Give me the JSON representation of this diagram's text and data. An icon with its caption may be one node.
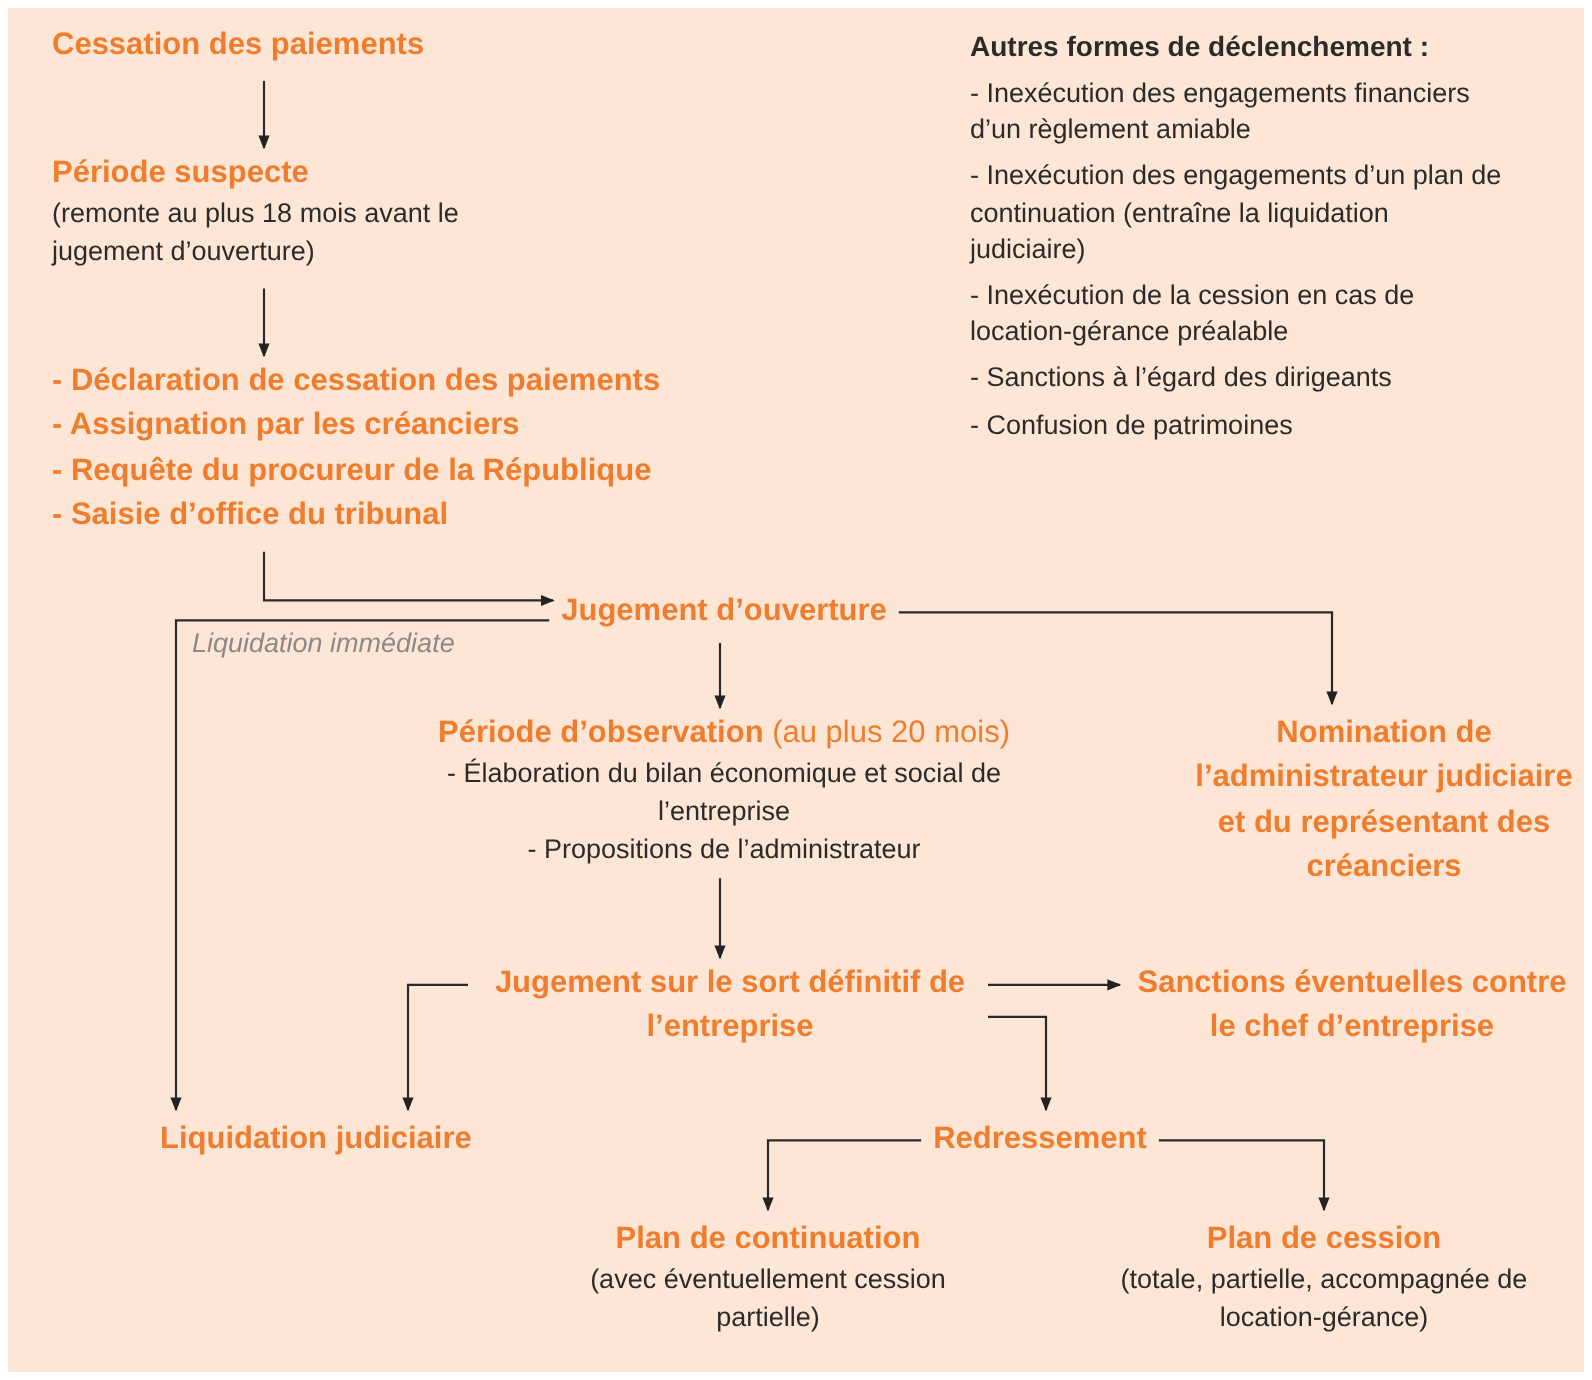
{
  "diagram": {
    "nodes": [
      {
        "text": [
          "Cessation des paiements"
        ]
      },
      {
        "text": [
          "Période suspecte",
          "(remonte au plus 18 mois avant le jugement d’ouverture)"
        ]
      },
      {
        "text": [
          "- Déclaration de cessation des paiements",
          "- Assignation par les créanciers",
          "- Requête du procureur de la République",
          "- Saisie d’office du tribunal"
        ]
      },
      {
        "text": [
          "Jugement d’ouverture"
        ]
      },
      {
        "text": [
          "**Période d’observation** (au plus 20 mois)",
          "- Élaboration du bilan économique et social de l’entreprise",
          "- Propositions de l’administrateur"
        ]
      },
      {
        "text": [
          "Nomination de l’administrateur judiciaire et du représentant des créanciers"
        ]
      },
      {
        "text": [
          "Jugement sur le sort définitif de l’entreprise"
        ]
      },
      {
        "text": [
          "Sanctions éventuelles contre le chef d’entreprise"
        ]
      },
      {
        "text": [
          "Liquidation judiciaire"
        ]
      },
      {
        "text": [
          "Redressement"
        ]
      },
      {
        "text": [
          "Plan de continuation",
          "(avec éventuellement cession partielle)"
        ]
      },
      {
        "text": [
          "Plan de cession",
          "(totale, partielle, accompagnée de location-gérance)"
        ]
      }
    ],
    "edges": [
      {
        "from": 0,
        "to": 1,
        "arrow": "to"
      },
      {
        "from": 1,
        "to": 2,
        "arrow": "to"
      },
      {
        "from": 2,
        "to": 3,
        "arrow": "to"
      },
      {
        "from": 3,
        "to": 4,
        "arrow": "to"
      },
      {
        "from": 3,
        "to": 5,
        "arrow": "to"
      },
      {
        "from": 3,
        "to": 8,
        "arrow": "to",
        "label": "Liquidation immédiate"
      },
      {
        "from": 4,
        "to": 6,
        "arrow": "to"
      },
      {
        "from": 6,
        "to": 7,
        "arrow": "to"
      },
      {
        "from": 6,
        "to": 8,
        "arrow": "to"
      },
      {
        "from": 6,
        "to": 9,
        "arrow": "to"
      },
      {
        "from": 9,
        "to": 10,
        "arrow": "to"
      },
      {
        "from": 9,
        "to": 11,
        "arrow": "to"
      }
    ],
    "labels": [
      "Autres formes de déclenchement :",
      "- Inexécution des engagements financiers d’un règlement amiable",
      "- Inexécution des engagements d’un plan de continuation (entraîne la liquidation judiciaire)",
      "- Inexécution de la cession en cas de location-gérance préalable",
      "- Sanctions à l’égard des dirigeants",
      "- Confusion de patrimoines"
    ]
  }
}
